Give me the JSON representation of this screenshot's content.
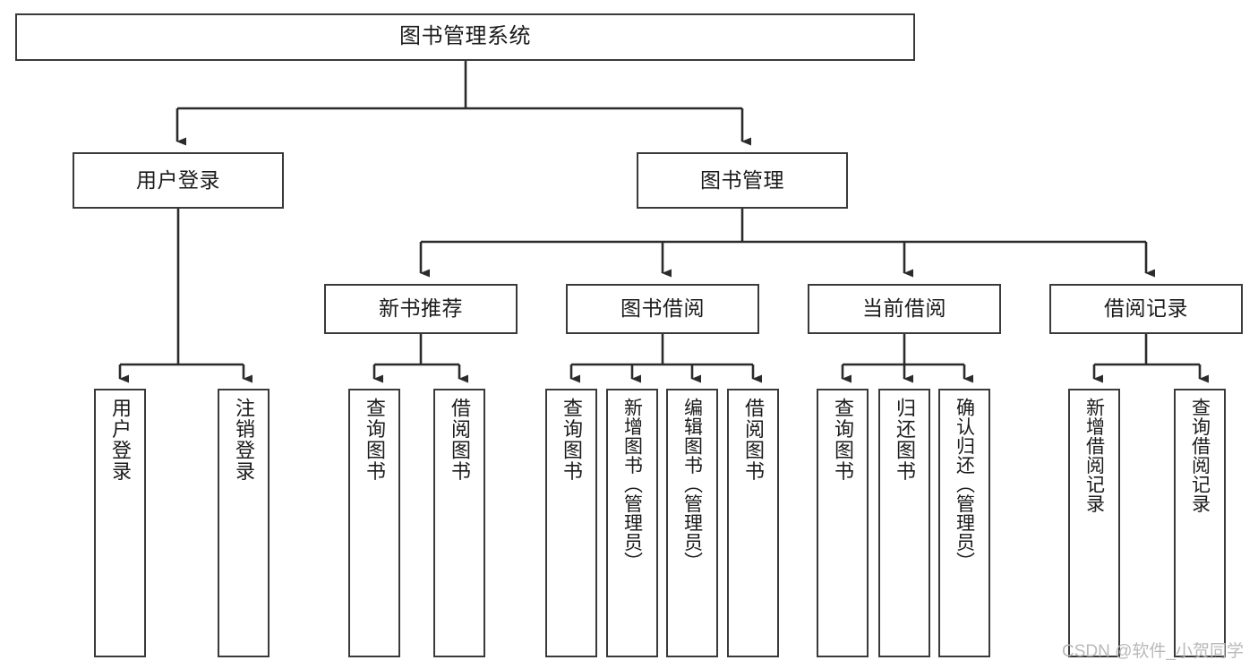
{
  "diagram": {
    "title": "图书管理系统",
    "type": "tree-structure-chart",
    "orientation": "top-down",
    "colors": {
      "box_border": "#3a3a3a",
      "box_fill": "#ffffff",
      "edge": "#2b2b2b",
      "text": "#1b1b1b",
      "watermark": "#b9b9b9",
      "background": "#ffffff"
    },
    "watermark": "CSDN @软件_小贺同学",
    "nodes": {
      "root": {
        "label": "图书管理系统"
      },
      "level2": [
        {
          "label": "用户登录"
        },
        {
          "label": "图书管理"
        }
      ],
      "level3": [
        {
          "label": "新书推荐"
        },
        {
          "label": "图书借阅"
        },
        {
          "label": "当前借阅"
        },
        {
          "label": "借阅记录"
        }
      ],
      "leaves": {
        "user_login": [
          {
            "label": "用户登录"
          },
          {
            "label": "注销登录"
          }
        ],
        "new_book_recommend": [
          {
            "label": "查询图书"
          },
          {
            "label": "借阅图书"
          }
        ],
        "book_borrow": [
          {
            "label": "查询图书"
          },
          {
            "label": "新增图书（管理员）"
          },
          {
            "label": "编辑图书（管理员）"
          },
          {
            "label": "借阅图书"
          }
        ],
        "current_borrow": [
          {
            "label": "查询图书"
          },
          {
            "label": "归还图书"
          },
          {
            "label": "确认归还（管理员）"
          }
        ],
        "borrow_record": [
          {
            "label": "新增借阅记录"
          },
          {
            "label": "查询借阅记录"
          }
        ]
      }
    }
  }
}
